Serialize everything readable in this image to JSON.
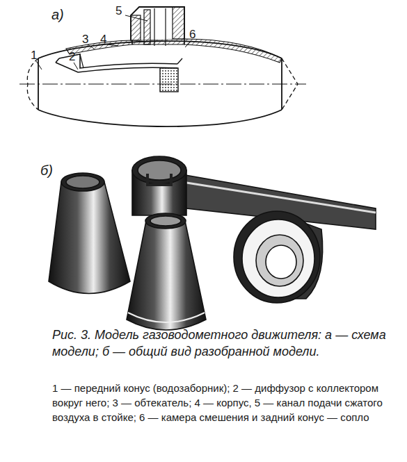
{
  "diagram": {
    "caption": "Рис. 3. Модель газоводометного движителя: а — схема модели; б — общий вид разобранной модели.",
    "labels": [
      "а)",
      "5",
      "1",
      "2",
      "3",
      "4",
      "6",
      "б)",
      "1 — передний конус (водозаборник); 2 — диффузор с коллектором вокруг него; 3 — обтекатель; 4 — корпус, 5 — канал подачи сжатого воздуха в стойке; 6 — камера смешения и задний конус — сопло"
    ]
  }
}
